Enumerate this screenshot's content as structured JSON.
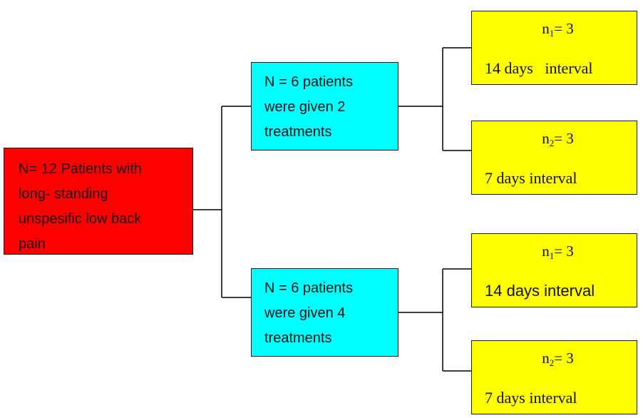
{
  "root": {
    "lines": [
      "N= 12 Patients with",
      "long- standing",
      "unspesific low back",
      "pain"
    ]
  },
  "groups": [
    {
      "lines": [
        "N = 6 patients",
        "were given 2",
        "treatments"
      ],
      "leaves": [
        {
          "n_base": "n",
          "n_sub": "1",
          "n_rest": "= 3",
          "interval": "14 days   interval"
        },
        {
          "n_base": "n",
          "n_sub": "2",
          "n_rest": "= 3",
          "interval": "7 days interval"
        }
      ]
    },
    {
      "lines": [
        "N = 6 patients",
        "were given 4",
        "treatments"
      ],
      "leaves": [
        {
          "n_base": "n",
          "n_sub": "1",
          "n_rest": "= 3",
          "interval": "14 days interval"
        },
        {
          "n_base": "n",
          "n_sub": "2",
          "n_rest": "= 3",
          "interval": "7 days interval"
        }
      ]
    }
  ],
  "colors": {
    "root": "#ff0000",
    "group": "#00ffff",
    "leaf": "#ffff00",
    "line": "#000000"
  }
}
